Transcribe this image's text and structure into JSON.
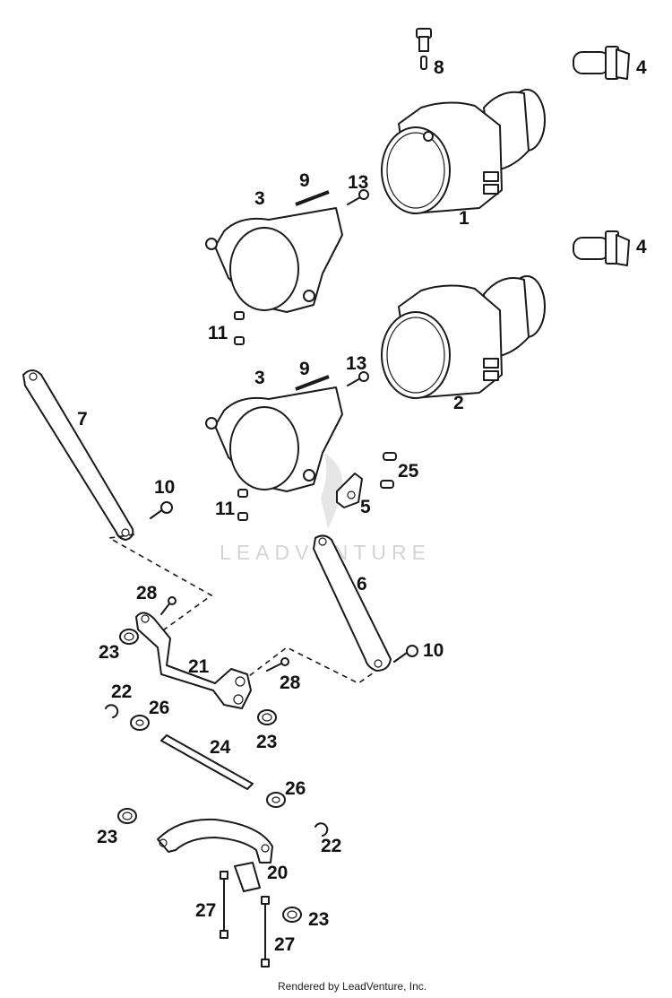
{
  "watermark": "LEADVENTURE",
  "footer": "Rendered by LeadVenture, Inc.",
  "callouts": [
    "1",
    "2",
    "3",
    "3",
    "4",
    "4",
    "5",
    "6",
    "7",
    "8",
    "9",
    "9",
    "10",
    "10",
    "11",
    "11",
    "13",
    "13",
    "20",
    "21",
    "22",
    "22",
    "23",
    "23",
    "23",
    "23",
    "24",
    "25",
    "26",
    "26",
    "27",
    "27",
    "28",
    "28"
  ]
}
